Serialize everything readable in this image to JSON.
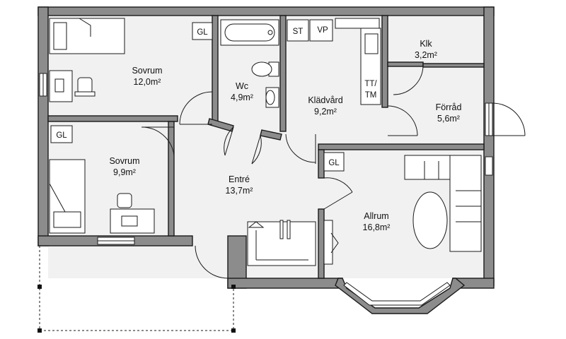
{
  "rooms": [
    {
      "id": "sovrum-1",
      "name": "Sovrum",
      "area": "12,0m²"
    },
    {
      "id": "wc",
      "name": "Wc",
      "area": "4,9m²"
    },
    {
      "id": "kladvard",
      "name": "Klädvård",
      "area": "9,2m²"
    },
    {
      "id": "klk",
      "name": "Klk",
      "area": "3,2m²"
    },
    {
      "id": "forrad",
      "name": "Förråd",
      "area": "5,6m²"
    },
    {
      "id": "sovrum-2",
      "name": "Sovrum",
      "area": "9,9m²"
    },
    {
      "id": "entre",
      "name": "Entré",
      "area": "13,7m²"
    },
    {
      "id": "allrum",
      "name": "Allrum",
      "area": "16,8m²"
    }
  ],
  "tags": {
    "gl": "GL",
    "st": "ST",
    "vp": "VP",
    "tt": "TT/",
    "tm": "TM"
  },
  "colors": {
    "wall": "#8c8c8c",
    "floor": "#f1f1f1",
    "line": "#1a1a1a"
  }
}
